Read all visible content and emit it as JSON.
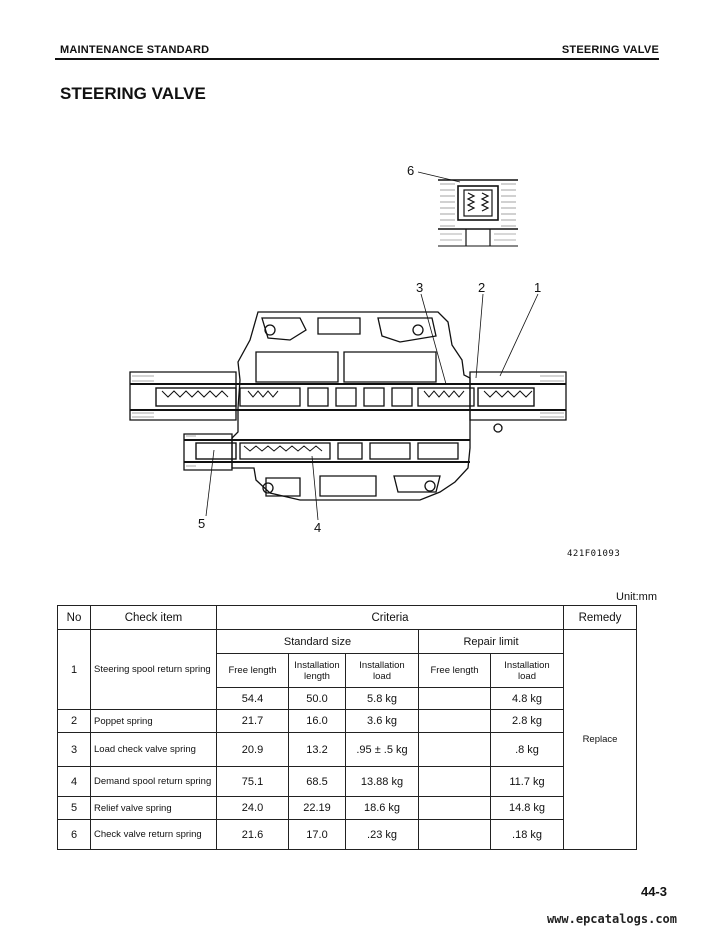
{
  "header": {
    "left": "MAINTENANCE STANDARD",
    "right": "STEERING VALVE"
  },
  "title": "STEERING VALVE",
  "diagram": {
    "callouts": [
      "1",
      "2",
      "3",
      "4",
      "5",
      "6"
    ],
    "figure_code": "421F01093"
  },
  "unit_label": "Unit:mm",
  "table": {
    "headers": {
      "no": "No",
      "check_item": "Check item",
      "criteria": "Criteria",
      "remedy": "Remedy",
      "standard_size": "Standard size",
      "repair_limit": "Repair limit",
      "free_length": "Free length",
      "installation_length": "Installation length",
      "installation_load": "Installation load",
      "repair_free_length": "Free length",
      "repair_installation_load": "Installation load"
    },
    "rows": [
      {
        "no": "1",
        "item": "Steering spool return spring",
        "free_length": "54.4",
        "inst_length": "50.0",
        "inst_load": "5.8 kg",
        "repair_free": "",
        "repair_load": "4.8 kg"
      },
      {
        "no": "2",
        "item": "Poppet spring",
        "free_length": "21.7",
        "inst_length": "16.0",
        "inst_load": "3.6 kg",
        "repair_free": "",
        "repair_load": "2.8 kg"
      },
      {
        "no": "3",
        "item": "Load check valve spring",
        "free_length": "20.9",
        "inst_length": "13.2",
        "inst_load": ".95 ± .5 kg",
        "repair_free": "",
        "repair_load": ".8 kg"
      },
      {
        "no": "4",
        "item": "Demand spool return spring",
        "free_length": "75.1",
        "inst_length": "68.5",
        "inst_load": "13.88 kg",
        "repair_free": "",
        "repair_load": "11.7 kg"
      },
      {
        "no": "5",
        "item": "Relief valve spring",
        "free_length": "24.0",
        "inst_length": "22.19",
        "inst_load": "18.6 kg",
        "repair_free": "",
        "repair_load": "14.8 kg"
      },
      {
        "no": "6",
        "item": "Check valve return spring",
        "free_length": "21.6",
        "inst_length": "17.0",
        "inst_load": ".23 kg",
        "repair_free": "",
        "repair_load": ".18 kg"
      }
    ],
    "remedy_value": "Replace"
  },
  "footer": {
    "page_number": "44-3",
    "watermark": "www.epcatalogs.com"
  }
}
